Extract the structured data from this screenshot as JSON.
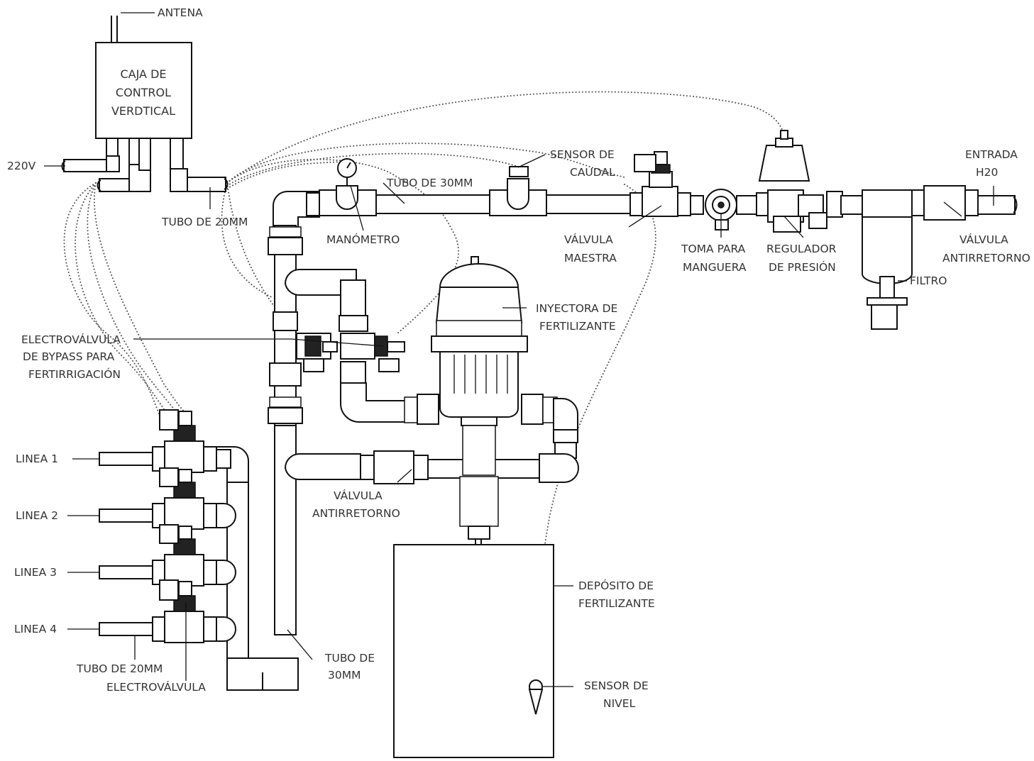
{
  "control_box": {
    "lines": [
      "CAJA DE",
      "CONTROL",
      "VERDTICAL"
    ]
  },
  "labels": {
    "antena": "ANTENA",
    "v220": "220V",
    "tubo20_top": "TUBO DE 20MM",
    "tubo30_top": "TUBO DE 30MM",
    "sensor_caudal": [
      "SENSOR DE",
      "CAUDAL"
    ],
    "manometro": "MANÓMETRO",
    "valvula_maestra": [
      "VÁLVULA",
      "MAESTRA"
    ],
    "toma_manguera": [
      "TOMA PARA",
      "MANGUERA"
    ],
    "regulador": [
      "REGULADOR",
      "DE PRESIÓN"
    ],
    "entrada": [
      "ENTRADA",
      "H20"
    ],
    "valvula_antirretorno_right": [
      "VÁLVULA",
      "ANTIRRETORNO"
    ],
    "filtro": "FILTRO",
    "inyectora": [
      "INYECTORA DE",
      "FERTILIZANTE"
    ],
    "bypass": [
      "ELECTROVÁLVULA",
      "DE BYPASS PARA",
      "FERTIRRIGACIÓN"
    ],
    "valvula_antirretorno_mid": [
      "VÁLVULA",
      "ANTIRRETORNO"
    ],
    "deposito": [
      "DEPÓSITO DE",
      "FERTILIZANTE"
    ],
    "sensor_nivel": [
      "SENSOR DE",
      "NIVEL"
    ],
    "tubo30_bottom": [
      "TUBO DE",
      "30MM"
    ],
    "tubo20_bottom": "TUBO DE 20MM",
    "electrovalvula": "ELECTROVÁLVULA",
    "lineas": [
      "LINEA 1",
      "LINEA 2",
      "LINEA 3",
      "LINEA 4"
    ]
  }
}
